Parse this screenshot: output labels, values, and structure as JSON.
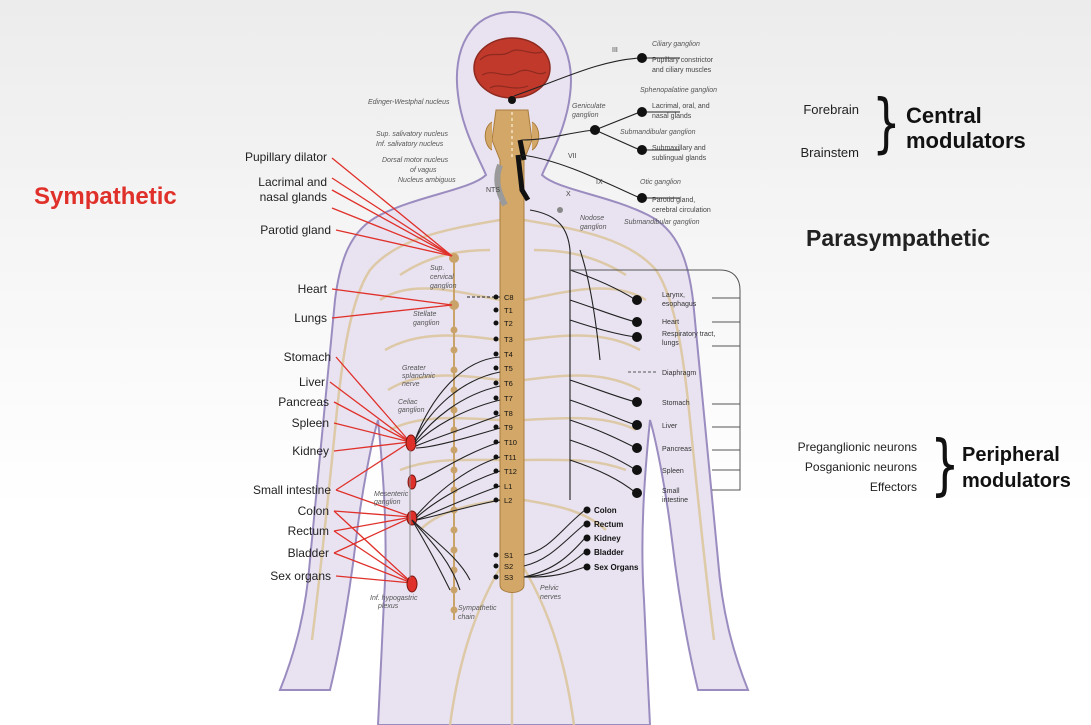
{
  "headings": {
    "sympathetic": "Sympathetic",
    "parasympathetic": "Parasympathetic",
    "central": [
      "Central",
      "modulators"
    ],
    "peripheral": [
      "Peripheral",
      "modulators"
    ]
  },
  "central_items": [
    "Forebrain",
    "Brainstem"
  ],
  "peripheral_items": [
    "Preganglionic neurons",
    "Posganionic neurons",
    "Effectors"
  ],
  "sympathetic_labels": [
    "Pupillary dilator",
    "Lacrimal and",
    "nasal glands",
    "Parotid gland",
    "Heart",
    "Lungs",
    "Stomach",
    "Liver",
    "Pancreas",
    "Spleen",
    "Kidney",
    "Small intestine",
    "Colon",
    "Rectum",
    "Bladder",
    "Sex organs"
  ],
  "cranial": {
    "numerals": [
      "III",
      "VII",
      "IX",
      "X"
    ],
    "ganglia": [
      "Ciliary ganglion",
      "Geniculate",
      "ganglion",
      "Sphenopalatine ganglion",
      "Submandibular ganglion",
      "Otic ganglion",
      "Nodose",
      "ganglion",
      "Submandibular ganglion"
    ],
    "targets": [
      "Pupillary constrictor",
      "and ciliary muscles",
      "Lacrimal, oral, and",
      "nasal glands",
      "Submaxillary and",
      "sublingual glands",
      "Parotid gland,",
      "cerebral circulation"
    ],
    "nuclei": [
      "Edinger-Westphal nucleus",
      "Sup. salivatory nucleus",
      "Inf. salivatory nucleus",
      "Dorsal motor nucleus",
      "of vagus",
      "Nucleus ambiguus",
      "NTS"
    ]
  },
  "vagus_targets": [
    "Larynx,",
    "esophagus",
    "Heart",
    "Respiratory tract,",
    "lungs",
    "Diaphragm",
    "Stomach",
    "Liver",
    "Pancreas",
    "Spleen",
    "Small",
    "intestine"
  ],
  "segments": [
    "C8",
    "T1",
    "T2",
    "T3",
    "T4",
    "T5",
    "T6",
    "T7",
    "T8",
    "T9",
    "T10",
    "T11",
    "T12",
    "L1",
    "L2",
    "S1",
    "S2",
    "S3"
  ],
  "pelvic_targets": [
    "Colon",
    "Rectum",
    "Kidney",
    "Bladder",
    "Sex Organs"
  ],
  "sympathetic_ganglia": [
    "Sup.",
    "cervical",
    "ganglion",
    "Stellate",
    "ganglion",
    "Greater",
    "splanchnic",
    "nerve",
    "Celiac",
    "ganglion",
    "Mesenteric",
    "ganglion",
    "Inf. hypogastric",
    "plexus",
    "Sympathetic",
    "chain",
    "Pelvic",
    "nerves"
  ],
  "colors": {
    "sympathetic": "#e0302a",
    "body_fill": "#e9e3f1",
    "body_stroke": "#9b8cc0",
    "nerve": "#dcc79f",
    "spine": "#d3a767",
    "brain": "#c0392b"
  }
}
